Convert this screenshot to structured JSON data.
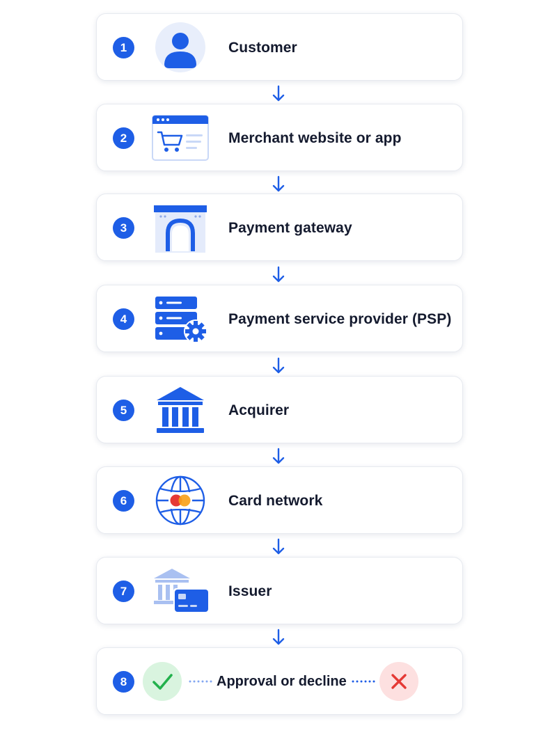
{
  "colors": {
    "accent": "#1e5ee6",
    "accent_light": "#c9d8f7",
    "text": "#141a2e",
    "approve": "#22b14c",
    "decline": "#e53935"
  },
  "steps": [
    {
      "number": "1",
      "label": "Customer",
      "icon": "person-icon"
    },
    {
      "number": "2",
      "label": "Merchant website or app",
      "icon": "shopping-cart-browser-icon"
    },
    {
      "number": "3",
      "label": "Payment gateway",
      "icon": "gateway-arch-icon"
    },
    {
      "number": "4",
      "label": "Payment service provider (PSP)",
      "icon": "server-gear-icon"
    },
    {
      "number": "5",
      "label": "Acquirer",
      "icon": "bank-icon"
    },
    {
      "number": "6",
      "label": "Card network",
      "icon": "globe-card-network-icon"
    },
    {
      "number": "7",
      "label": "Issuer",
      "icon": "bank-card-icon"
    },
    {
      "number": "8",
      "label": "Approval or decline",
      "icon": "checkmark-icon",
      "secondary_icon": "x-mark-icon"
    }
  ]
}
